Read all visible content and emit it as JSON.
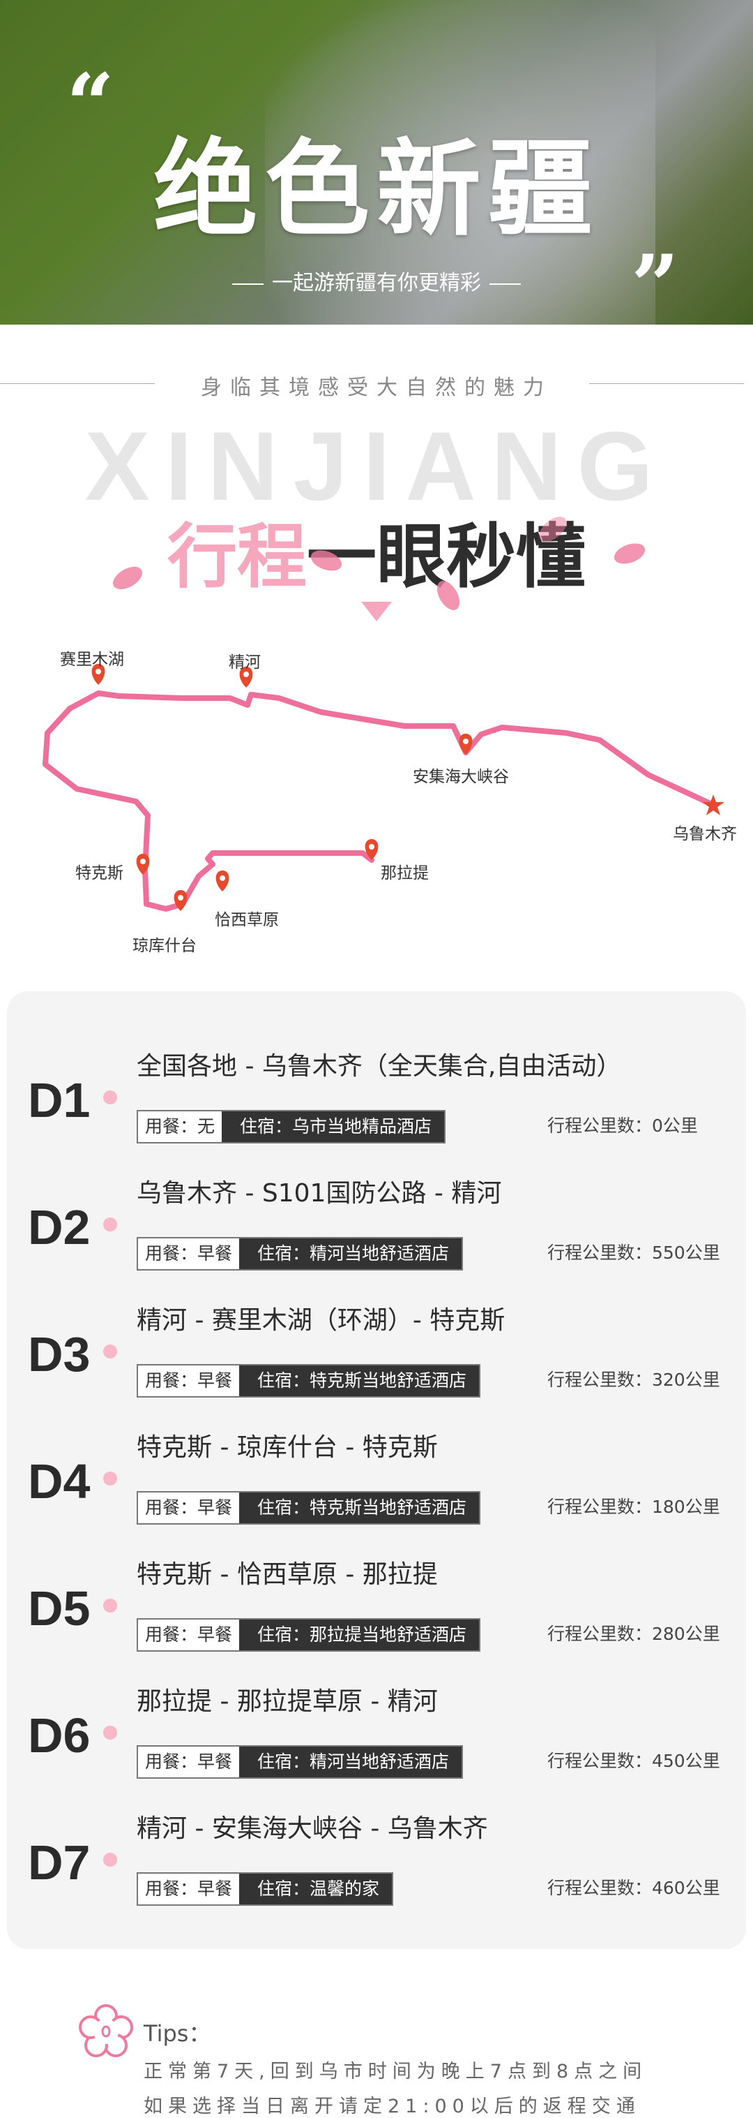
{
  "hero": {
    "title": "绝色新疆",
    "subtitle": "一起游新疆有你更精彩",
    "open_quote": "“",
    "close_quote": "”"
  },
  "tagline": "身临其境感受大自然的魅力",
  "watermark": "XINJIANG",
  "heading": {
    "pink": "行程",
    "dark": "一眼秒懂"
  },
  "map": {
    "route_color": "#ee6f9a",
    "pin_color": "#e8492c",
    "locations": [
      "赛里木湖",
      "精河",
      "安集海大峡谷",
      "乌鲁木齐",
      "特克斯",
      "琼库什台",
      "恰西草原",
      "那拉提"
    ]
  },
  "days": [
    {
      "label": "D1",
      "title": "全国各地 - 乌鲁木齐（全天集合,自由活动）",
      "meal": "用餐：无",
      "hotel": "住宿：乌市当地精品酒店",
      "km": "行程公里数：0公里"
    },
    {
      "label": "D2",
      "title": "乌鲁木齐 - S101国防公路 - 精河",
      "meal": "用餐：早餐",
      "hotel": "住宿：精河当地舒适酒店",
      "km": "行程公里数：550公里"
    },
    {
      "label": "D3",
      "title": "精河 - 赛里木湖（环湖）- 特克斯",
      "meal": "用餐：早餐",
      "hotel": "住宿：特克斯当地舒适酒店",
      "km": "行程公里数：320公里"
    },
    {
      "label": "D4",
      "title": "特克斯 - 琼库什台 - 特克斯",
      "meal": "用餐：早餐",
      "hotel": "住宿：特克斯当地舒适酒店",
      "km": "行程公里数：180公里"
    },
    {
      "label": "D5",
      "title": "特克斯 - 恰西草原 - 那拉提",
      "meal": "用餐：早餐",
      "hotel": "住宿：那拉提当地舒适酒店",
      "km": "行程公里数：280公里"
    },
    {
      "label": "D6",
      "title": "那拉提 - 那拉提草原 - 精河",
      "meal": "用餐：早餐",
      "hotel": "住宿：精河当地舒适酒店",
      "km": "行程公里数：450公里"
    },
    {
      "label": "D7",
      "title": "精河 - 安集海大峡谷 - 乌鲁木齐",
      "meal": "用餐：早餐",
      "hotel": "住宿：温馨的家",
      "km": "行程公里数：460公里"
    }
  ],
  "tips": {
    "title": "Tips：",
    "lines": [
      "正常第7天,回到乌市时间为晚上7点到8点之间",
      "如果选择当日离开请定21:00以后的返程交通"
    ]
  },
  "colors": {
    "pink": "#f6a6bd",
    "dark": "#333333",
    "card_bg": "#f4f4f4"
  }
}
